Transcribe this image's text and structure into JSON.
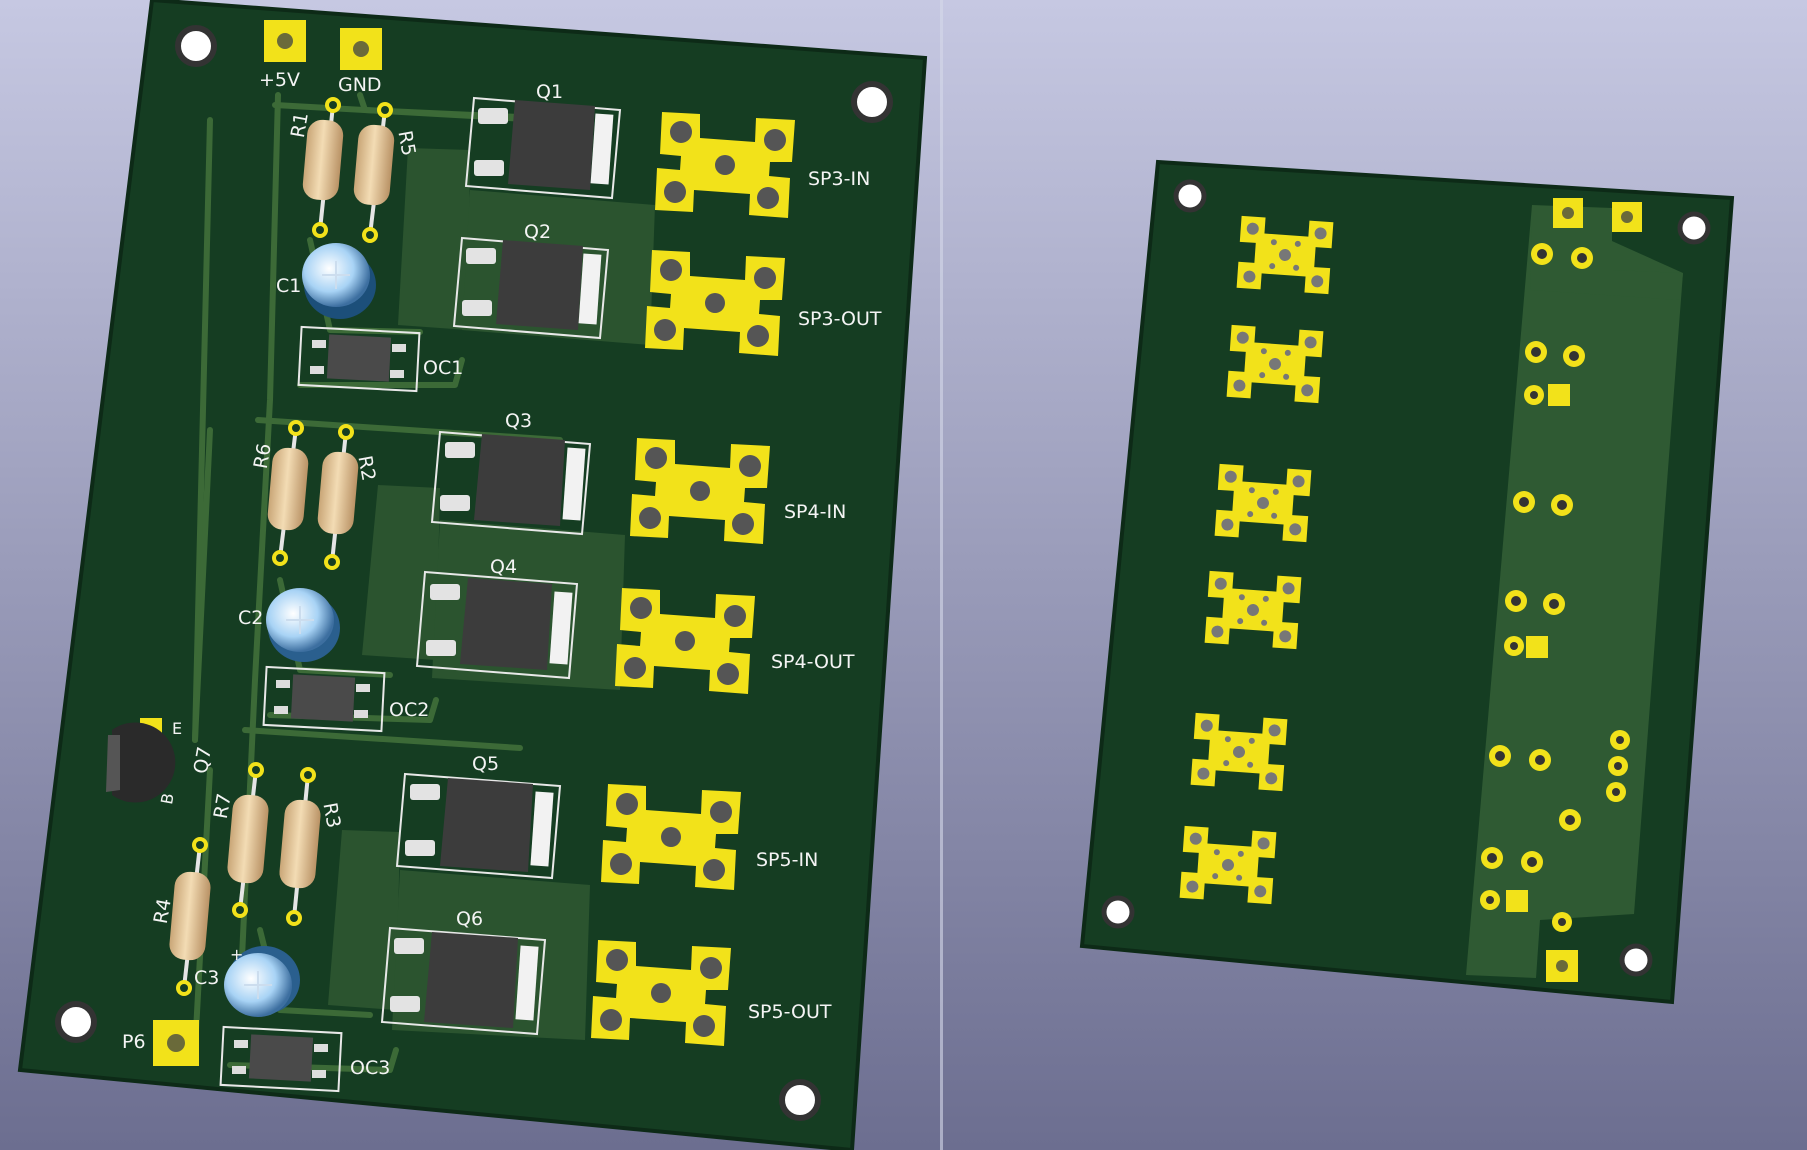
{
  "colors": {
    "background_top": "#c6c8e2",
    "background_bottom": "#6c6e90",
    "board": "#153d22",
    "board_edge": "#0d2a17",
    "copper_fill": "#2f5a33",
    "trace": "#3a6535",
    "pad": "#f2e21a",
    "silkscreen": "#f4f4f4",
    "resistor_body": "#e6c79a",
    "capacitor": "#8fc3ee",
    "mosfet": "#3c3c3c"
  },
  "front_view": {
    "power_pins": [
      {
        "name": "+5V"
      },
      {
        "name": "GND"
      }
    ],
    "channel_groups": [
      {
        "resistors": [
          "R1",
          "R5"
        ],
        "capacitor": "C1",
        "optocoupler": "OC1",
        "mosfets": [
          {
            "ref": "Q1",
            "terminal": "SP3-IN"
          },
          {
            "ref": "Q2",
            "terminal": "SP3-OUT"
          }
        ]
      },
      {
        "resistors": [
          "R6",
          "R2"
        ],
        "capacitor": "C2",
        "optocoupler": "OC2",
        "mosfets": [
          {
            "ref": "Q3",
            "terminal": "SP4-IN"
          },
          {
            "ref": "Q4",
            "terminal": "SP4-OUT"
          }
        ]
      },
      {
        "resistors": [
          "R7",
          "R3"
        ],
        "capacitor": "C3",
        "optocoupler": "OC3",
        "mosfets": [
          {
            "ref": "Q5",
            "terminal": "SP5-IN"
          },
          {
            "ref": "Q6",
            "terminal": "SP5-OUT"
          }
        ]
      }
    ],
    "transistor": {
      "ref": "Q7",
      "pin_e": "E",
      "pin_b": "B"
    },
    "extra_resistor": "R4",
    "connector": "P6",
    "cap_polarity": "+"
  },
  "back_view": {
    "terminal_pads": 6
  }
}
